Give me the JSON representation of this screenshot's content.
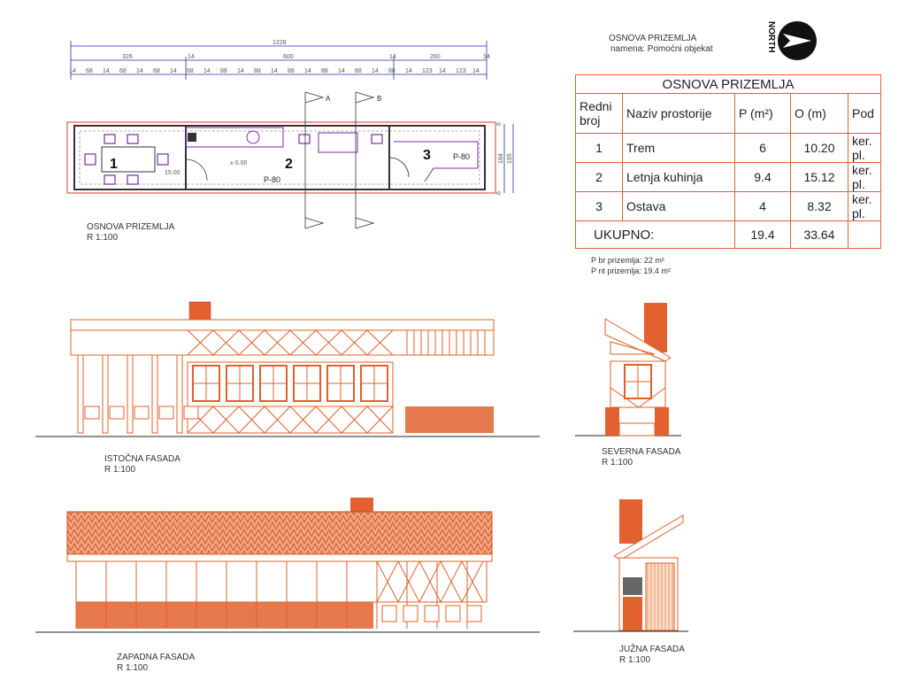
{
  "header": {
    "title": "OSNOVA PRIZEMLJA",
    "subtitle": "namena: Pomoćni objekat",
    "north_label": "NORTH"
  },
  "plan": {
    "caption": "OSNOVA PRIZEMLJA",
    "scale": "R 1:100",
    "total_dim": "1228",
    "dims_row1": [
      "326",
      "14",
      "600",
      "14",
      "260",
      "14"
    ],
    "dims_row2": [
      "14",
      "68",
      "14",
      "68",
      "14",
      "68",
      "14",
      "68",
      "14",
      "88",
      "14",
      "88",
      "14",
      "88",
      "14",
      "88",
      "14",
      "88",
      "14",
      "88",
      "14",
      "123",
      "14",
      "123",
      "14"
    ],
    "right_dims": [
      "6",
      "184",
      "195",
      "6"
    ],
    "room_numbers": [
      "1",
      "2",
      "3"
    ],
    "labels": {
      "level": "± 0.00",
      "level2": "15.00",
      "p80a": "P-80",
      "p80b": "P-80",
      "section_a": "A",
      "section_b": "B"
    }
  },
  "table": {
    "title": "OSNOVA PRIZEMLJA",
    "headers": [
      "Redni broj",
      "Naziv prostorije",
      "P (m²)",
      "O (m)",
      "Pod"
    ],
    "rows": [
      [
        "1",
        "Trem",
        "6",
        "10.20",
        "ker. pl."
      ],
      [
        "2",
        "Letnja kuhinja",
        "9.4",
        "15.12",
        "ker. pl."
      ],
      [
        "3",
        "Ostava",
        "4",
        "8.32",
        "ker. pl."
      ]
    ],
    "total_label": "UKUPNO:",
    "total_area": "19.4",
    "total_perimeter": "33.64"
  },
  "notes": {
    "gross": "P br prizemlja: 22 m²",
    "net": "P nt prizemlja: 19.4 m²"
  },
  "elevations": {
    "east": {
      "name": "ISTOČNA FASADA",
      "scale": "R 1:100"
    },
    "north": {
      "name": "SEVERNA FASADA",
      "scale": "R 1:100"
    },
    "west": {
      "name": "ZAPADNA FASADA",
      "scale": "R 1:100"
    },
    "south": {
      "name": "JUŽNA FASADA",
      "scale": "R 1:100"
    }
  },
  "colors": {
    "line": "#e0602a",
    "brick": "#e2612e",
    "dim": "#2a2aa6",
    "dark": "#222222"
  }
}
